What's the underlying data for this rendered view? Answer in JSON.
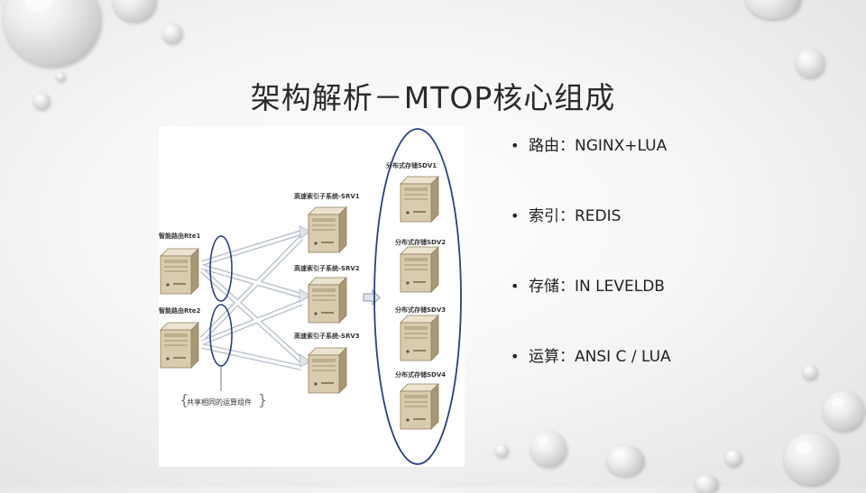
{
  "slide": {
    "title": "架构解析－MTOP核心组成",
    "bullets": [
      {
        "text": "路由：NGINX+LUA"
      },
      {
        "text": "索引：REDIS"
      },
      {
        "text": "存储：IN LEVELDB"
      },
      {
        "text": "运算：ANSI C / LUA"
      }
    ]
  },
  "diagram": {
    "routers": [
      {
        "label": "智能路由Rte1"
      },
      {
        "label": "智能路由Rte2"
      }
    ],
    "index_servers": [
      {
        "label": "高速索引子系统-SRV1"
      },
      {
        "label": "高速索引子系统-SRV2"
      },
      {
        "label": "高速索引子系统-SRV3"
      }
    ],
    "storage_nodes": [
      {
        "label": "分布式存储SDV1"
      },
      {
        "label": "分布式存储SDV2"
      },
      {
        "label": "分布式存储SDV3"
      },
      {
        "label": "分布式存储SDV4"
      }
    ],
    "shared_component_caption": "共享相同的运算组件"
  },
  "colors": {
    "server_body": "#d9ccae",
    "server_top": "#ece3cf",
    "server_side": "#a89873",
    "ellipse_stroke": "#2b3f86",
    "arrow_fill": "#dfe5ee",
    "arrow_stroke": "#aab4c6"
  },
  "icons": [
    "server-icon",
    "connector-arrow-icon",
    "bullet-dot-icon",
    "water-drop-decoration"
  ]
}
